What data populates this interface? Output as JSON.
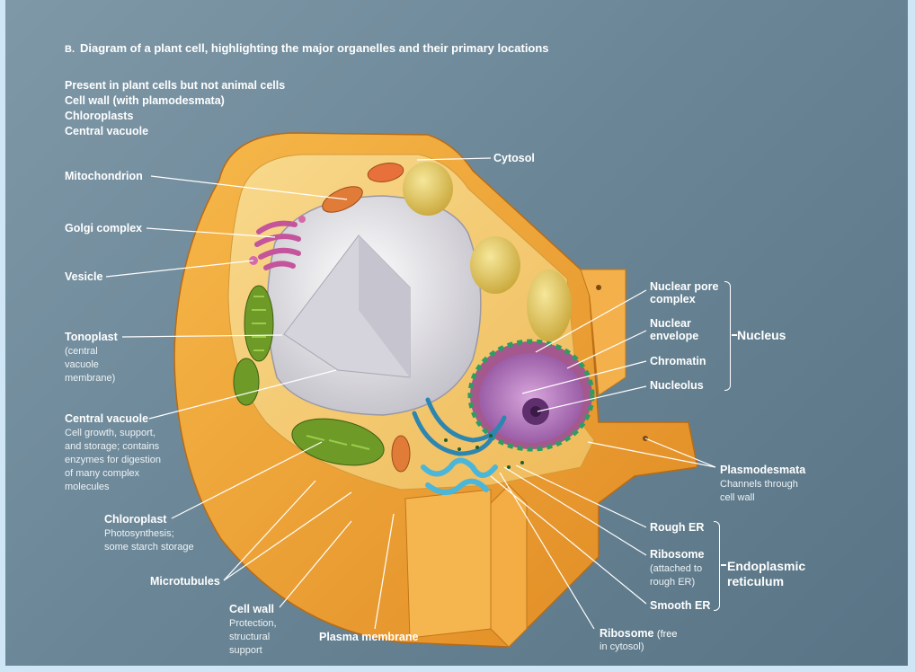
{
  "caption": {
    "letter": "B.",
    "text": "Diagram of a plant cell, highlighting the major organelles and their primary locations"
  },
  "plant_only": {
    "heading": "Present in plant cells but not animal cells",
    "items": [
      "Cell wall (with plamodesmata)",
      "Chloroplasts",
      "Central vacuole"
    ]
  },
  "labels": {
    "cytosol": "Cytosol",
    "mitochondrion": "Mitochondrion",
    "golgi": "Golgi complex",
    "vesicle": "Vesicle",
    "tonoplast": "Tonoplast",
    "tonoplast_desc": [
      "(central",
      "vacuole",
      "membrane)"
    ],
    "central_vacuole": "Central vacuole",
    "central_vacuole_desc": [
      "Cell growth, support,",
      "and storage; contains",
      "enzymes for digestion",
      "of many complex",
      "molecules"
    ],
    "chloroplast": "Chloroplast",
    "chloroplast_desc": [
      "Photosynthesis;",
      "some starch storage"
    ],
    "microtubules": "Microtubules",
    "cell_wall": "Cell wall",
    "cell_wall_desc": [
      "Protection,",
      "structural",
      "support"
    ],
    "plasma_membrane": "Plasma membrane",
    "ribosome_free": "Ribosome",
    "ribosome_free_desc": [
      "(free",
      "in cytosol)"
    ],
    "nuclear_pore": [
      "Nuclear pore",
      "complex"
    ],
    "nuclear_envelope": [
      "Nuclear",
      "envelope"
    ],
    "chromatin": "Chromatin",
    "nucleolus": "Nucleolus",
    "nucleus_group": "Nucleus",
    "plasmodesmata": "Plasmodesmata",
    "plasmodesmata_desc": [
      "Channels through",
      "cell wall"
    ],
    "rough_er": "Rough ER",
    "ribosome_attached": "Ribosome",
    "ribosome_attached_desc": [
      "(attached to",
      "rough ER)"
    ],
    "smooth_er": "Smooth ER",
    "er_group": [
      "Endoplasmic",
      "reticulum"
    ]
  },
  "colors": {
    "background": "#6b8797",
    "cell_wall": "#f0a63a",
    "cytoplasm": "#f6d07a",
    "vacuole": "#e6e4ea",
    "chloroplast": "#6f9a2a",
    "nucleus": "#b07ab8",
    "golgi": "#c95aa0",
    "er": "#3a9ec8",
    "mitochondrion": "#e47a3a"
  }
}
